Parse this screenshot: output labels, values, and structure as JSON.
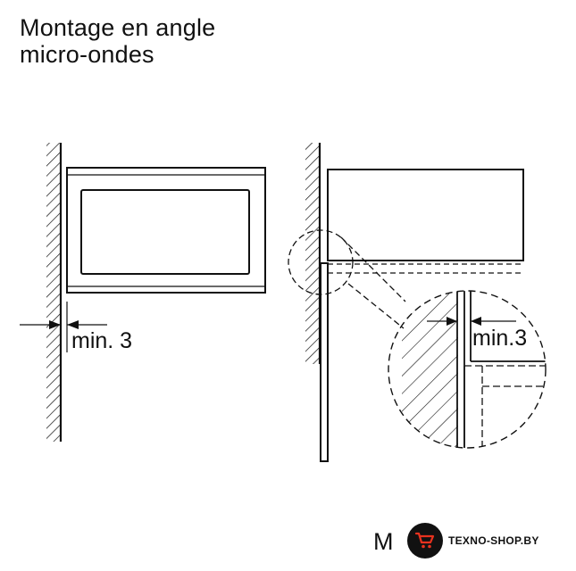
{
  "title": {
    "line1": "Montage en angle",
    "line2": "micro-ondes"
  },
  "left_dimension": {
    "label": "min. 3"
  },
  "right_dimension": {
    "label": "min.3"
  },
  "cut_text": "M",
  "watermark": {
    "text": "TEXNO-SHOP.BY",
    "icon": "shopping-cart-icon",
    "badge_color": "#111111",
    "icon_color": "#e8321e"
  }
}
